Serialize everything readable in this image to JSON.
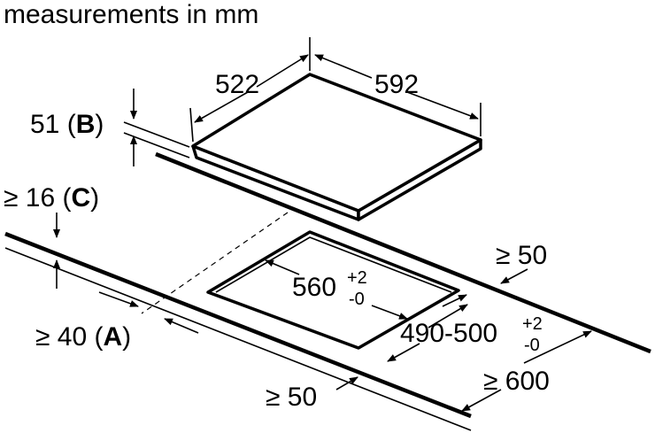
{
  "title": "measurements in mm",
  "dimensions": {
    "hob_depth": "522",
    "hob_width": "592",
    "hob_height": "51",
    "hob_height_ref": "B",
    "worktop_thickness_prefix": "≥ 16",
    "worktop_thickness_ref": "C",
    "front_gap_prefix": "≥ 40",
    "front_gap_ref": "A",
    "cutout_width_main": "560",
    "cutout_width_tol_plus": "+2",
    "cutout_width_tol_minus": "-0",
    "cutout_depth_main": "490-500",
    "cutout_depth_tol_plus": "+2",
    "cutout_depth_tol_minus": "-0",
    "rear_gap": "≥ 50",
    "side_gap": "≥ 50",
    "worktop_depth": "≥ 600"
  }
}
